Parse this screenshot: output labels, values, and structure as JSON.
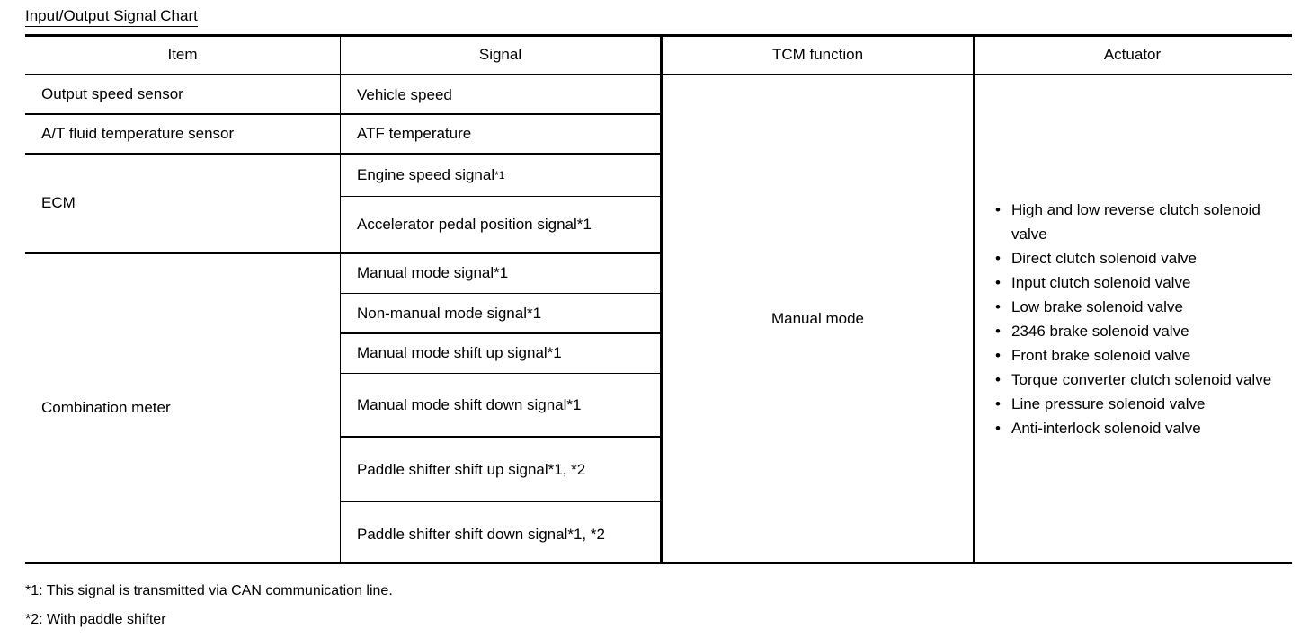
{
  "document": {
    "title": "Input/Output Signal Chart"
  },
  "table": {
    "headers": {
      "item": "Item",
      "signal": "Signal",
      "tcm_function": "TCM function",
      "actuator": "Actuator"
    },
    "rows": [
      {
        "item": "Output speed sensor",
        "signal": "Vehicle speed",
        "signal_sup": ""
      },
      {
        "item": "A/T fluid temperature sensor",
        "signal": "ATF temperature",
        "signal_sup": ""
      },
      {
        "item": "ECM",
        "signal": "Engine speed signal",
        "signal_sup": "*1"
      },
      {
        "item": "",
        "signal": "Accelerator pedal position signal*1",
        "signal_sup": ""
      },
      {
        "item": "Combination meter",
        "signal": "Manual mode signal*1",
        "signal_sup": ""
      },
      {
        "item": "",
        "signal": "Non-manual mode signal*1",
        "signal_sup": ""
      },
      {
        "item": "",
        "signal": "Manual mode shift up signal*1",
        "signal_sup": ""
      },
      {
        "item": "",
        "signal": "Manual mode shift down signal*1",
        "signal_sup": ""
      },
      {
        "item": "",
        "signal": "Paddle shifter shift up signal*1, *2",
        "signal_sup": ""
      },
      {
        "item": "",
        "signal": "Paddle shifter shift down signal*1, *2",
        "signal_sup": ""
      }
    ],
    "item_groups": [
      {
        "label": "Output speed sensor"
      },
      {
        "label": "A/T fluid temperature sensor"
      },
      {
        "label": "ECM"
      },
      {
        "label": "Combination meter"
      }
    ],
    "tcm_function_value": "Manual mode",
    "actuator_items": [
      "High and low reverse clutch solenoid valve",
      "Direct clutch solenoid valve",
      "Input clutch solenoid valve",
      "Low brake solenoid valve",
      "2346 brake solenoid valve",
      "Front brake solenoid valve",
      "Torque converter clutch solenoid valve",
      "Line pressure solenoid valve",
      "Anti-interlock solenoid valve"
    ]
  },
  "footnotes": [
    "*1: This signal is transmitted via CAN communication line.",
    "*2: With paddle shifter"
  ]
}
